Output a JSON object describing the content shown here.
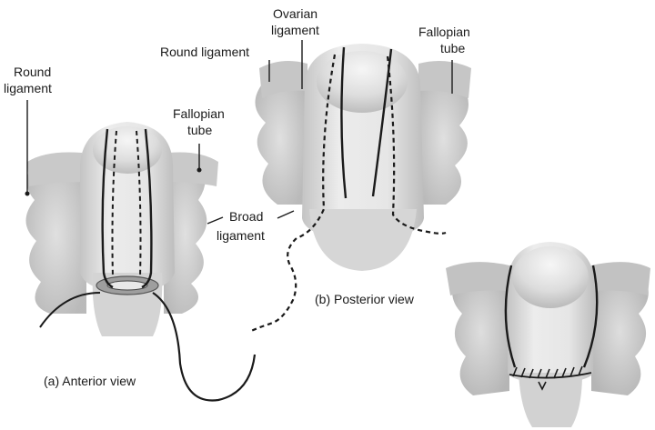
{
  "labels": {
    "round_ligament_left": {
      "line1": "Round",
      "line2": "ligament"
    },
    "fallopian_tube_left": {
      "line1": "Fallopian",
      "line2": "tube"
    },
    "broad_ligament": {
      "line1": "Broad",
      "line2": "ligament"
    },
    "anterior_view": "(a) Anterior view",
    "ovarian_ligament": {
      "line1": "Ovarian",
      "line2": "ligament"
    },
    "round_ligament_right": "Round ligament",
    "fallopian_tube_right": {
      "line1": "Fallopian",
      "line2": "tube"
    },
    "posterior_view": "(b) Posterior view"
  },
  "colors": {
    "tissue_light": "#ececec",
    "tissue_mid": "#cfcfcf",
    "tissue_dark": "#a9a9a9",
    "ink": "#1a1a1a",
    "dashed": "#333333"
  }
}
